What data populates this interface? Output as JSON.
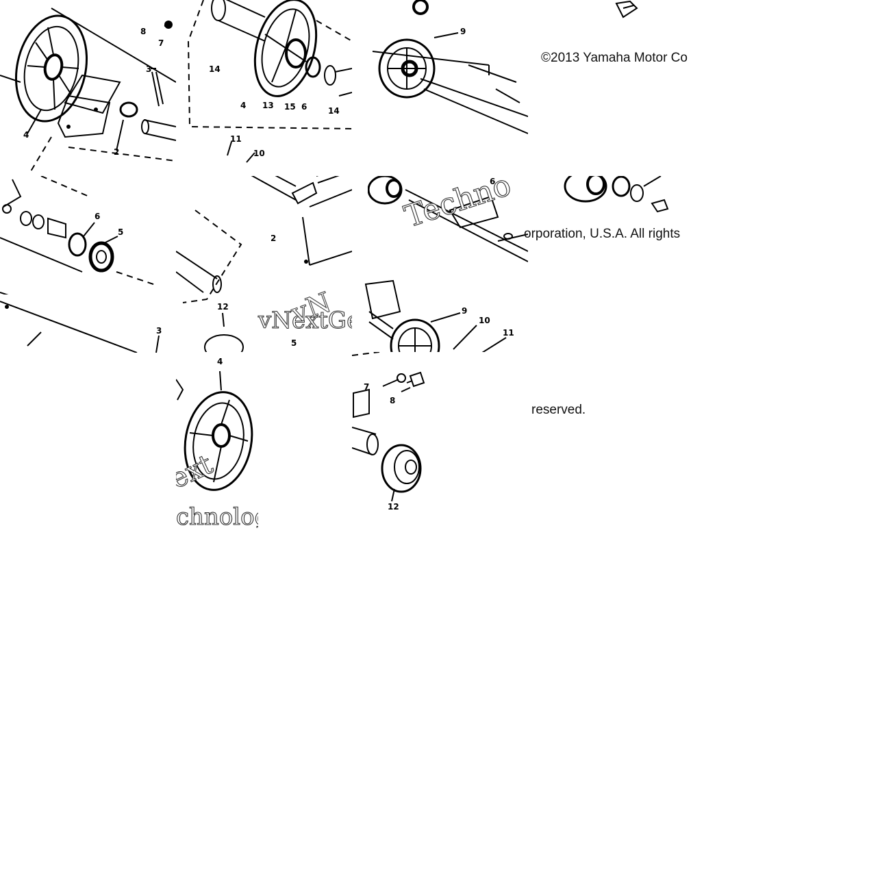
{
  "copyright": {
    "line1": "©2013 Yamaha Motor Co",
    "line2": "orporation, U.S.A. All rights",
    "line3": "reserved."
  },
  "watermark": {
    "t1": "vNextGe",
    "t2": "Techno",
    "t3": "ext",
    "t4": "chnolog"
  },
  "callouts": {
    "t1": [
      "8",
      "7",
      "3",
      "4",
      "2"
    ],
    "t2": [
      "14",
      "4",
      "13",
      "15",
      "6",
      "14"
    ],
    "t3": [
      "9"
    ],
    "t4": [
      "6",
      "5"
    ],
    "t5": [
      "11",
      "10",
      "2"
    ],
    "t6": [
      "6"
    ],
    "t7": [
      "3"
    ],
    "t8": [
      "12",
      "5"
    ],
    "t9": [
      "9",
      "10",
      "11"
    ],
    "t10": [
      "4"
    ],
    "t11": [
      "7",
      "8",
      "12"
    ]
  },
  "colors": {
    "line": "#000000",
    "background": "#ffffff",
    "watermark_fill": "#ffffff"
  }
}
